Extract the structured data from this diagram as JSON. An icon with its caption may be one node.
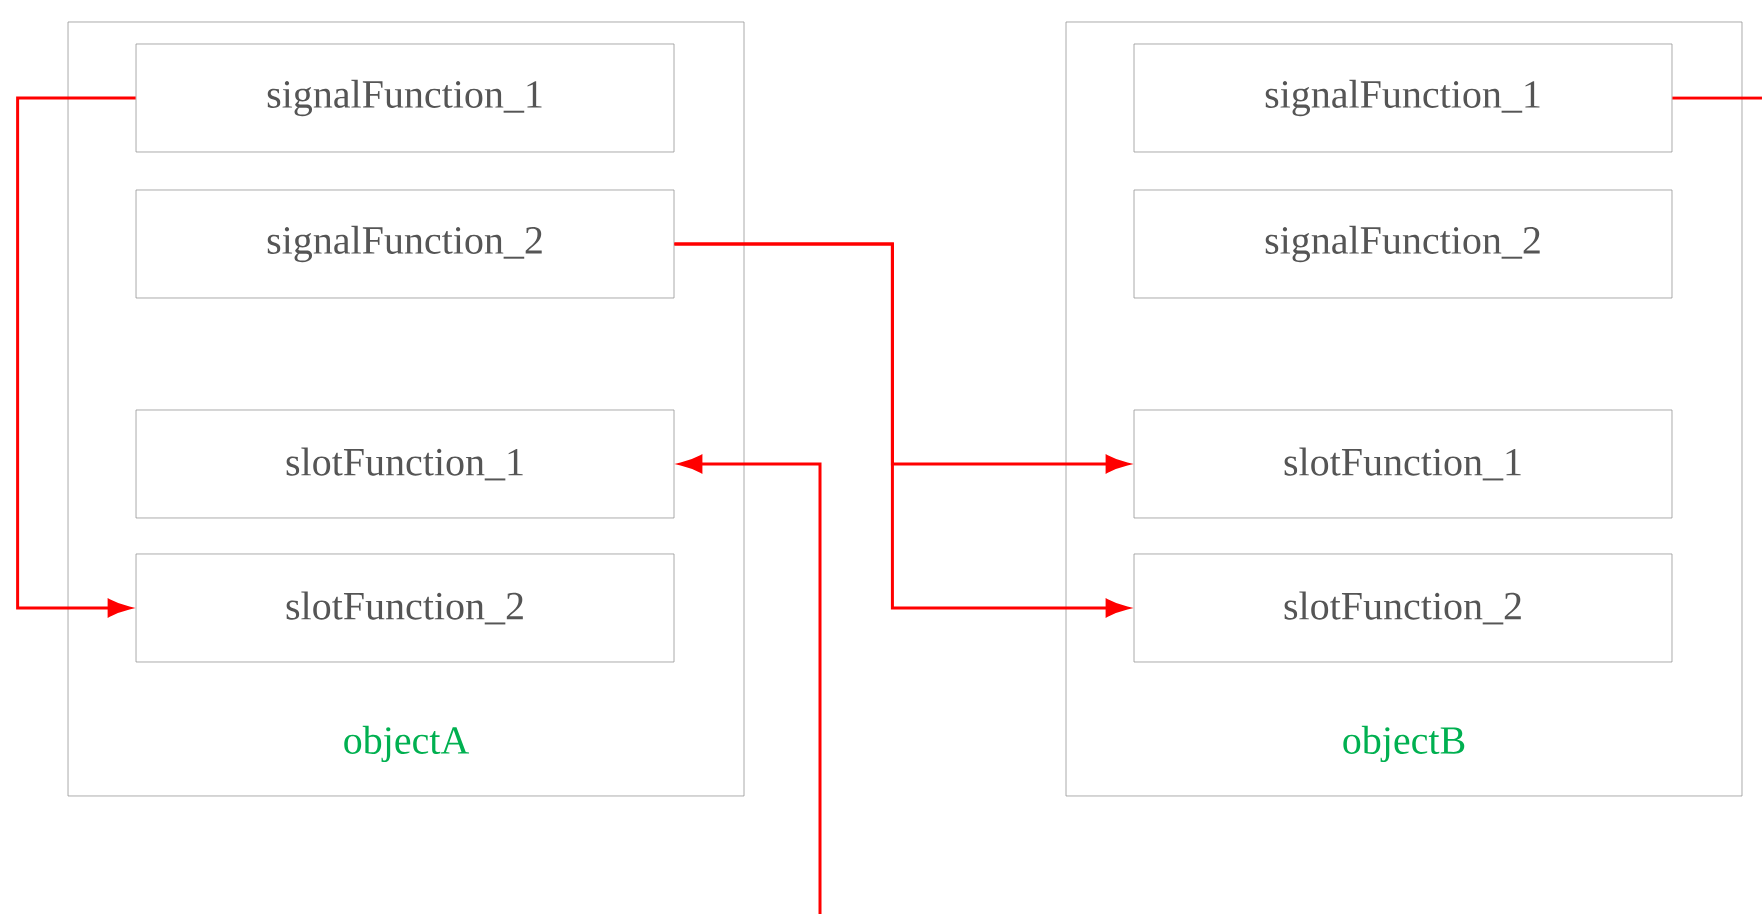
{
  "diagram": {
    "nodes": [
      {
        "text": [
          "objectA"
        ]
      },
      {
        "text": [
          "signalFunction_1"
        ],
        "in": 0
      },
      {
        "text": [
          "signalFunction_2"
        ],
        "in": 0
      },
      {
        "text": [
          "slotFunction_1"
        ],
        "in": 0
      },
      {
        "text": [
          "slotFunction_2"
        ],
        "in": 0
      },
      {
        "text": [
          "objectB"
        ]
      },
      {
        "text": [
          "signalFunction_1"
        ],
        "in": 5
      },
      {
        "text": [
          "signalFunction_2"
        ],
        "in": 5
      },
      {
        "text": [
          "slotFunction_1"
        ],
        "in": 5
      },
      {
        "text": [
          "slotFunction_2"
        ],
        "in": 5
      }
    ],
    "edges": [
      {
        "from": 1,
        "to": 4,
        "arrow": "to"
      },
      {
        "from": 2,
        "to": 8,
        "arrow": "to"
      },
      {
        "from": 2,
        "to": 9,
        "arrow": "to"
      },
      {
        "from": null,
        "to": 3,
        "arrow": "to"
      },
      {
        "from": 6,
        "to": null,
        "arrow": "none"
      }
    ]
  }
}
